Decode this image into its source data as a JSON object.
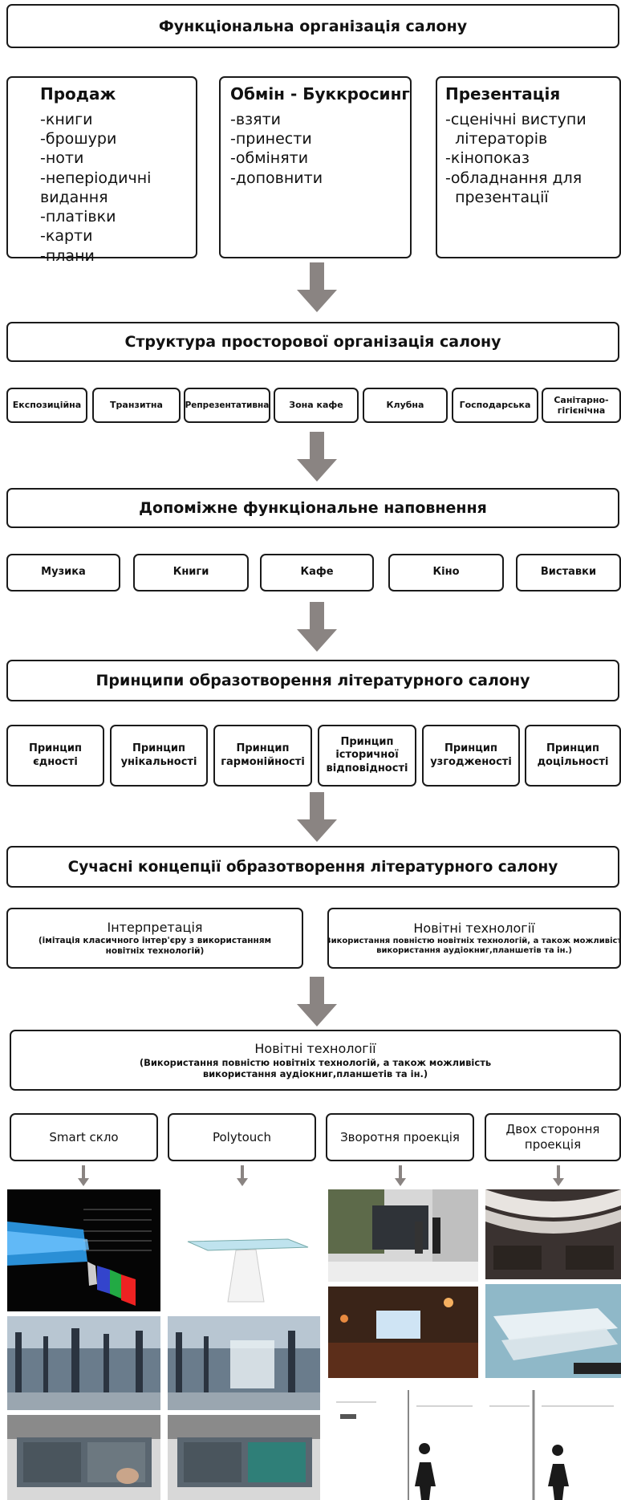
{
  "title_function": "Функціональна організація салону",
  "columns": [
    {
      "title": "Продаж",
      "items": [
        "-книги",
        "-брошури",
        "-ноти",
        "-неперіодичні",
        "видання",
        "-платівки",
        "-карти",
        "-плани"
      ]
    },
    {
      "title": "Обмін - Буккросинг",
      "items": [
        "-взяти",
        "-принести",
        "-обміняти",
        "-доповнити"
      ]
    },
    {
      "title": "Презентація",
      "items": [
        "-сценічні виступи",
        "  літераторів",
        "-кінопоказ",
        "-обладнання для",
        "  презентації"
      ]
    }
  ],
  "title_structure": "Структура просторової організація салону",
  "zones": [
    "Експозиційна",
    "Транзитна",
    "Репрезентативна",
    "Зона кафе",
    "Клубна",
    "Господарська",
    "Санітарно-\nгігієнічна"
  ],
  "title_aux": "Допоміжне функціональне наповнення",
  "aux": [
    "Музика",
    "Книги",
    "Кафе",
    "Кіно",
    "Виставки"
  ],
  "title_principles": "Принципи образотворення літературного салону",
  "principles": [
    "Принцип\nєдності",
    "Принцип\nунікальності",
    "Принцип\nгармонійності",
    "Принцип\nісторичної\nвідповідності",
    "Принцип\nузгодженості",
    "Принцип\nдоцільності"
  ],
  "title_concepts": "Сучасні концепції образотворення літературного салону",
  "concept_left": {
    "title": "Інтерпретація",
    "desc": "(імітація класичного інтер'єру з використанням\nновітніх технологій)"
  },
  "concept_right": {
    "title": "Новітні технології",
    "desc": "(Використання повністю новітніх технологій, а також можливість\nвикористання аудіокниг,планшетів та ін.)"
  },
  "tech": {
    "title": "Новітні технології",
    "desc": "(Використання повністю новітніх технологій, а також можливість\nвикористання аудіокниг,планшетів та ін.)"
  },
  "tech_items": [
    "Smart скло",
    "Polytouch",
    "Зворотня проекція",
    "Двох стороння\nпроекція"
  ],
  "colors": {
    "arrow": "#8a8482",
    "border": "#1a1a1a"
  }
}
